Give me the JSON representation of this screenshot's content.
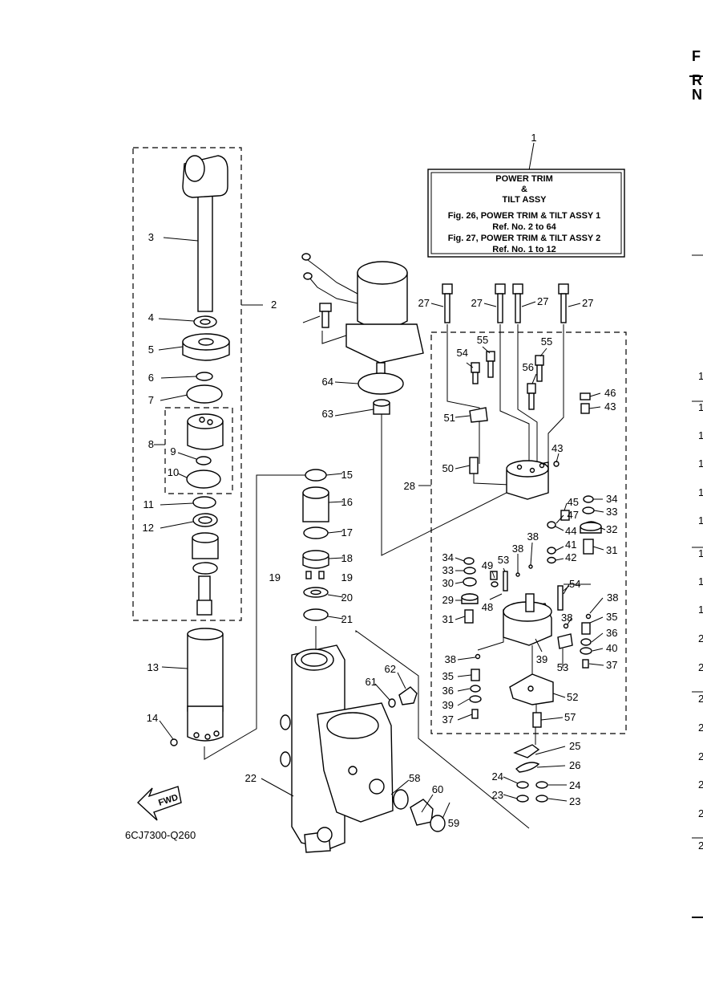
{
  "callout_box": {
    "line1": "POWER TRIM",
    "line2": "&",
    "line3": "TILT ASSY",
    "line4": "Fig. 26, POWER TRIM & TILT ASSY 1",
    "line5": "Ref. No. 2 to 64",
    "line6": "Fig. 27, POWER TRIM & TILT ASSY 2",
    "line7": "Ref. No. 1 to 12"
  },
  "drawing_code": "6CJ7300-Q260",
  "fwd_label": "FWD",
  "right_edge": {
    "letters": [
      "F",
      "R",
      "N"
    ],
    "digits": [
      "1",
      "1",
      "1",
      "1",
      "1",
      "1",
      "1",
      "1",
      "1",
      "2",
      "2",
      "2",
      "2",
      "2",
      "2",
      "2",
      "2"
    ]
  },
  "labels": [
    "1",
    "2",
    "3",
    "4",
    "5",
    "6",
    "7",
    "8",
    "9",
    "10",
    "11",
    "12",
    "13",
    "14",
    "15",
    "16",
    "17",
    "18",
    "19",
    "19",
    "20",
    "21",
    "22",
    "23",
    "23",
    "24",
    "24",
    "25",
    "26",
    "27",
    "27",
    "27",
    "27",
    "28",
    "29",
    "30",
    "31",
    "31",
    "32",
    "33",
    "33",
    "34",
    "34",
    "35",
    "35",
    "36",
    "36",
    "37",
    "37",
    "38",
    "38",
    "38",
    "38",
    "38",
    "39",
    "39",
    "40",
    "41",
    "42",
    "43",
    "43",
    "44",
    "45",
    "46",
    "47",
    "48",
    "49",
    "50",
    "51",
    "52",
    "53",
    "53",
    "54",
    "54",
    "55",
    "55",
    "56",
    "57",
    "58",
    "59",
    "60",
    "61",
    "62",
    "63",
    "64"
  ]
}
